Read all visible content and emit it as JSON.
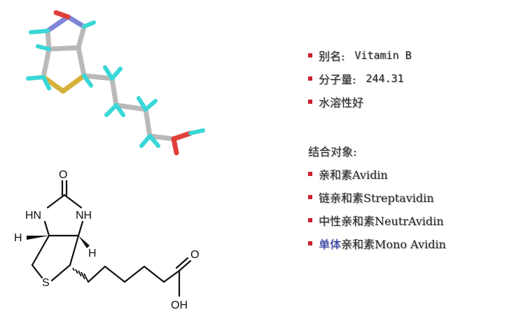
{
  "colors": {
    "bullet": "#c8202c",
    "highlight": "#1f2fa8",
    "bond": "#b9b9b9",
    "hydrogen": "#3ad7d7",
    "nitrogen": "#7f86d8",
    "oxygen": "#e0403a",
    "sulfur": "#d6b23a"
  },
  "properties": [
    {
      "label": "别名:",
      "value": "Vitamin B"
    },
    {
      "label": "分子量:",
      "value": "244.31"
    },
    {
      "label": "水溶性好",
      "value": ""
    }
  ],
  "binding": {
    "heading": "结合对象:",
    "items": [
      {
        "prefix": "",
        "text": "亲和素Avidin"
      },
      {
        "prefix": "",
        "text": "链亲和素Streptavidin"
      },
      {
        "prefix": "",
        "text": "中性亲和素NeutrAvidin"
      },
      {
        "prefix": "单体",
        "text": "亲和素Mono Avidin"
      }
    ]
  },
  "structure_labels": {
    "o_top": "O",
    "hn_left": "HN",
    "nh_right": "NH",
    "h_left": "H",
    "h_right": "H",
    "s": "S",
    "o_acid": "O",
    "oh": "OH"
  }
}
